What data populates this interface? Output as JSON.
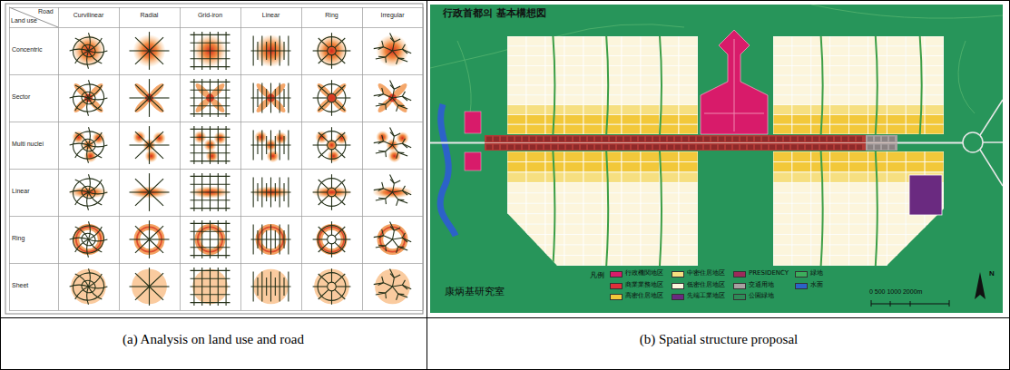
{
  "diagram": {
    "labels": [
      "Road",
      "Land use",
      "Curvilinear",
      "Radial",
      "Grid-iron",
      "Linear",
      "Ring",
      "Irregular",
      "Concentric",
      "Sector",
      "Multi nuclei",
      "Linear",
      "Ring",
      "Sheet",
      "行政首都의 基本構想図",
      "凡例",
      "康炳基研究室",
      "0 500 1000 2000m",
      "N",
      "(a) Analysis on land use and road",
      "(b) Spatial structure proposal"
    ],
    "legend": [
      {
        "text": "行政機関地区",
        "color": "#d81b6a"
      },
      {
        "text": "商業業務地区",
        "color": "#e0303a"
      },
      {
        "text": "高密住居地区",
        "color": "#f2c83a"
      },
      {
        "text": "中密住居地区",
        "color": "#f6df80"
      },
      {
        "text": "低密住居地区",
        "color": "#fcf5dc"
      },
      {
        "text": "先端工業地区",
        "color": "#6a2a80"
      },
      {
        "text": "PRESIDENCY",
        "color": "#9c2a5a"
      },
      {
        "text": "交通用地",
        "color": "#a8a0a0"
      },
      {
        "text": "公園緑地",
        "color": "#2e8b57"
      },
      {
        "text": "緑地",
        "color": "#3cae5c"
      },
      {
        "text": "水面",
        "color": "#2c62c8"
      }
    ]
  }
}
